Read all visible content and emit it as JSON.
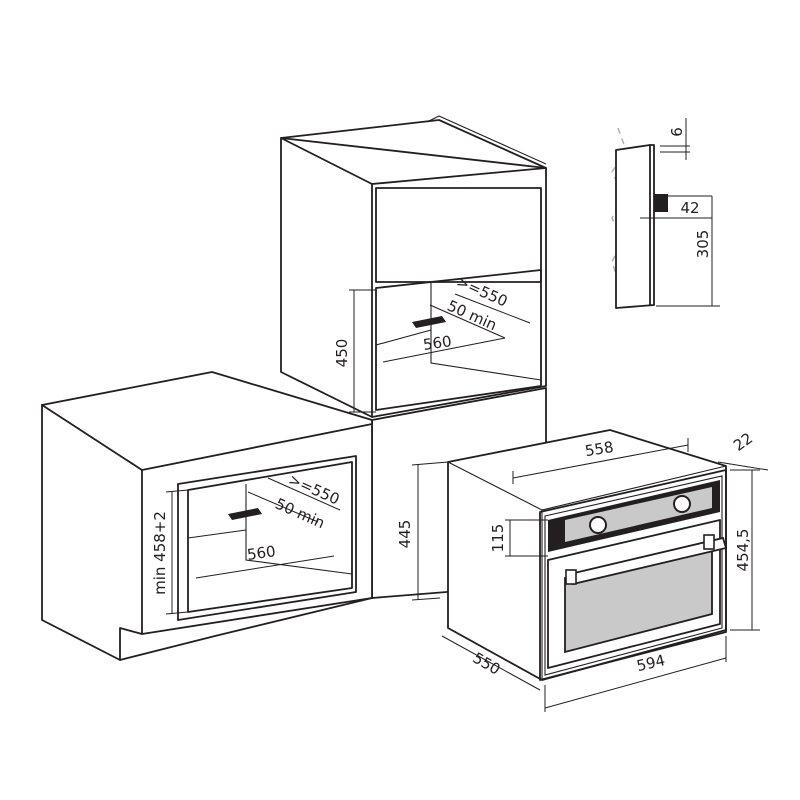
{
  "dimensions": {
    "upper_depth": ">=550",
    "upper_gap": "50 min",
    "upper_width": "560",
    "upper_height": "450",
    "lower_depth": ">=550",
    "lower_gap": "50 min",
    "lower_width": "560",
    "lower_height": "min 458+2",
    "cabinet_height": "445",
    "oven_top_width": "558",
    "oven_panel_height": "115",
    "oven_front_width": "594",
    "oven_depth": "550",
    "oven_height": "454,5",
    "front_thickness": "22",
    "detail_top": "6",
    "detail_mid": "42",
    "detail_height": "305"
  },
  "colors": {
    "line": "#231f20",
    "panel_dark": "#231f20",
    "window_fill": "#c9c9c9",
    "dashed_edge": "#b0b0b0"
  }
}
